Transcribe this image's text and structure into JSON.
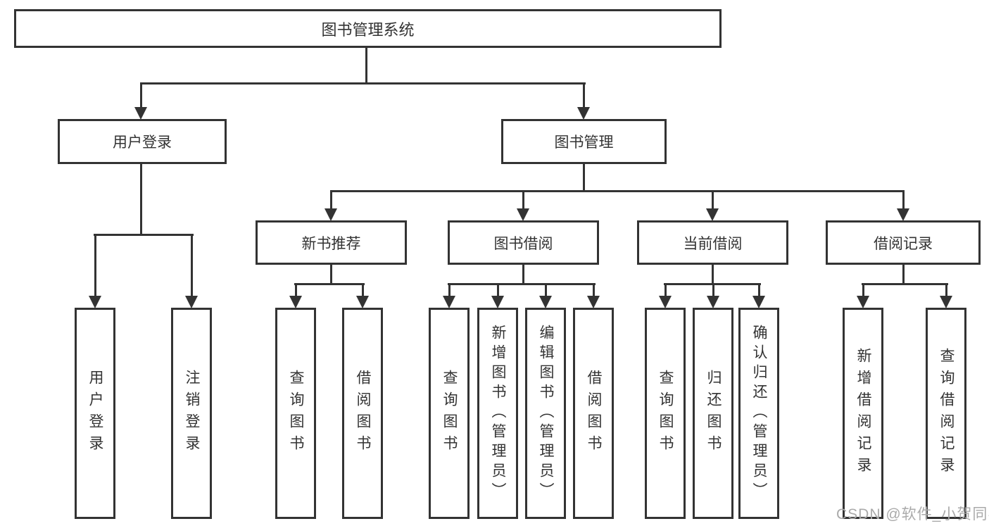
{
  "colors": {
    "line": "#333333",
    "box_border": "#333333",
    "text": "#333333",
    "background": "#ffffff",
    "watermark": "#aaaaaa"
  },
  "watermark": {
    "text": "CSDN @软件_小贺同学"
  },
  "tree": {
    "label": "图书管理系统",
    "children": [
      {
        "label": "用户登录",
        "children": [
          {
            "label": "用户登录"
          },
          {
            "label": "注销登录"
          }
        ]
      },
      {
        "label": "图书管理",
        "children": [
          {
            "label": "新书推荐",
            "children": [
              {
                "label": "查询图书"
              },
              {
                "label": "借阅图书"
              }
            ]
          },
          {
            "label": "图书借阅",
            "children": [
              {
                "label": "查询图书"
              },
              {
                "label": "新增图书（管理员）"
              },
              {
                "label": "编辑图书（管理员）"
              },
              {
                "label": "借阅图书"
              }
            ]
          },
          {
            "label": "当前借阅",
            "children": [
              {
                "label": "查询图书"
              },
              {
                "label": "归还图书"
              },
              {
                "label": "确认归还（管理员）"
              }
            ]
          },
          {
            "label": "借阅记录",
            "children": [
              {
                "label": "新增借阅记录"
              },
              {
                "label": "查询借阅记录"
              }
            ]
          }
        ]
      }
    ]
  }
}
